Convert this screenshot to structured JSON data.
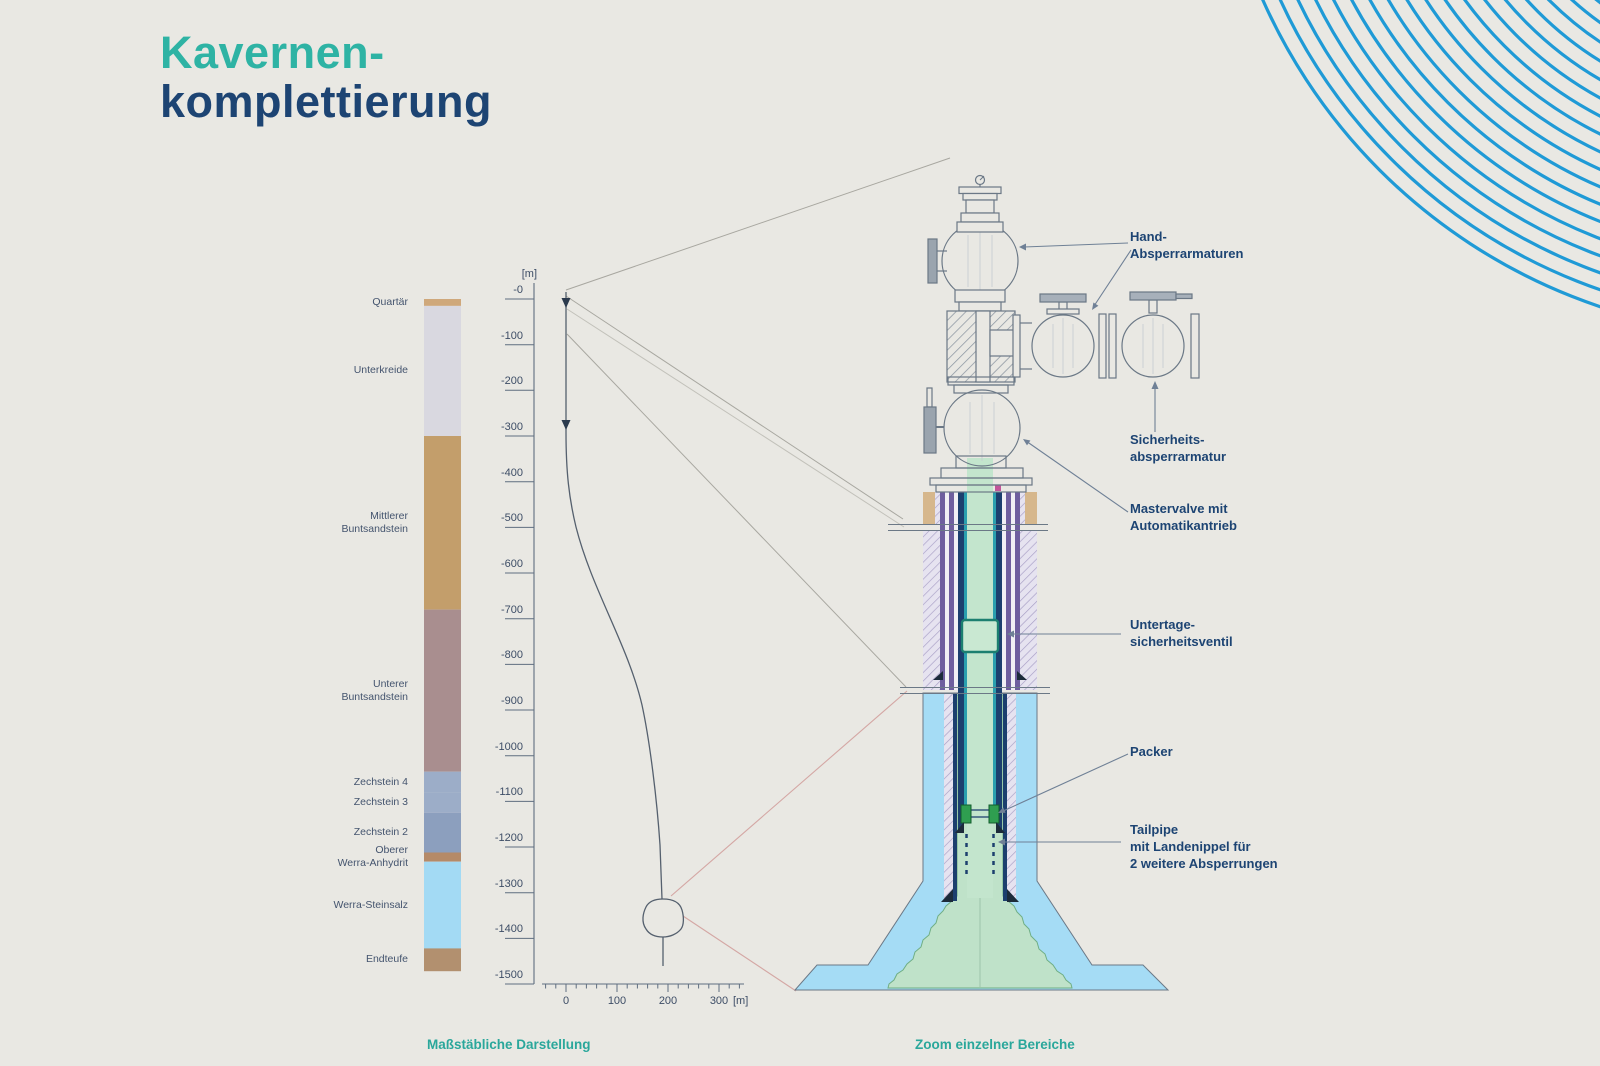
{
  "title": {
    "line1": "Kavernen-",
    "line2": "komplettierung"
  },
  "captions": {
    "left": "Maßstäbliche Darstellung",
    "right": "Zoom einzelner Bereiche"
  },
  "units": {
    "depth": "[m]",
    "x": "[m]"
  },
  "stratigraphy": {
    "layers": [
      {
        "name_lines": [
          "Quartär"
        ],
        "color": "#cfa87b",
        "from_m": 0,
        "to_m": 15
      },
      {
        "name_lines": [
          "Unterkreide"
        ],
        "color": "#d9d8e0",
        "from_m": 15,
        "to_m": 300
      },
      {
        "name_lines": [
          "Mittlerer",
          "Buntsandstein"
        ],
        "color": "#c39e6b",
        "from_m": 300,
        "to_m": 680
      },
      {
        "name_lines": [
          "Unterer",
          "Buntsandstein"
        ],
        "color": "#a98e8f",
        "from_m": 680,
        "to_m": 1035
      },
      {
        "name_lines": [
          "Zechstein 4"
        ],
        "color": "#9cadc8",
        "from_m": 1035,
        "to_m": 1080
      },
      {
        "name_lines": [
          "Zechstein 3"
        ],
        "color": "#9cadc8",
        "from_m": 1080,
        "to_m": 1125
      },
      {
        "name_lines": [
          "Zechstein 2"
        ],
        "color": "#8c9fbe",
        "from_m": 1125,
        "to_m": 1212
      },
      {
        "name_lines": [
          "Oberer",
          "Werra-Anhydrit"
        ],
        "color": "#b58a68",
        "from_m": 1212,
        "to_m": 1232
      },
      {
        "name_lines": [
          "Werra-Steinsalz"
        ],
        "color": "#a3daf4",
        "from_m": 1232,
        "to_m": 1422
      },
      {
        "name_lines": [
          "Endteufe"
        ],
        "color": "#b2906f",
        "from_m": 1422,
        "to_m": 1472
      }
    ]
  },
  "depth_axis": {
    "ticks": [
      "-0",
      "-100",
      "-200",
      "-300",
      "-400",
      "-500",
      "-600",
      "-700",
      "-800",
      "-900",
      "-1000",
      "-1100",
      "-1200",
      "-1300",
      "-1400",
      "-1500"
    ]
  },
  "x_axis": {
    "ticks": [
      "0",
      "100",
      "200",
      "300"
    ]
  },
  "labels": {
    "hand": [
      "Hand-",
      "Absperrarmaturen"
    ],
    "safety": [
      "Sicherheits-",
      "absperrarmatur"
    ],
    "master": [
      "Mastervalve mit",
      "Automatikantrieb"
    ],
    "utsv": [
      "Untertage-",
      "sicherheitsventil"
    ],
    "packer": [
      "Packer"
    ],
    "tailpipe": [
      "Tailpipe",
      "mit Landenippel für",
      "2 weitere Absperrungen"
    ]
  },
  "colors": {
    "background": "#e9e8e3",
    "title_teal": "#2eb3a4",
    "title_navy": "#1d4473",
    "decor_blue": "#1f9ad6",
    "salt_blue": "#a5dcf5",
    "cavern_green": "#bfe2c9",
    "packer_green": "#2f9e50",
    "tubing_navy": "#1c3f6e",
    "casing_purple": "#6f5f9e",
    "casing_tan": "#d6b78c",
    "connector_pink": "#d4a7a4"
  }
}
